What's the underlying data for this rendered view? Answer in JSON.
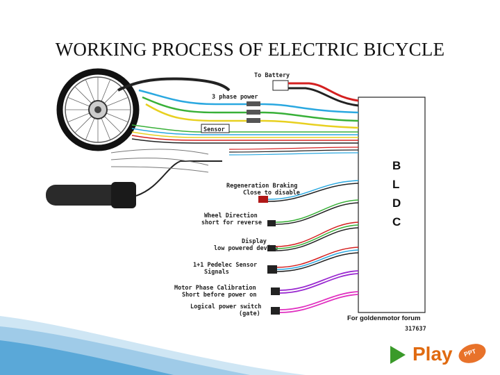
{
  "title": "WORKING PROCESS OF ELECTRIC BICYCLE",
  "diagram": {
    "labels": {
      "to_battery": "To Battery",
      "three_phase": "3 phase power",
      "sensor": "Sensor",
      "regen_braking": "Regeneration Braking",
      "regen_braking_note": "Close to disable",
      "wheel_direction": "Wheel Direction",
      "wheel_direction_note": "short for reverse",
      "display": "Display",
      "display_note": "low powered device",
      "pedelec": "1+1 Pedelec Sensor",
      "pedelec_note": "Signals",
      "calibration": "Motor Phase Calibration",
      "calibration_note": "Short before power on",
      "power_switch": "Logical power switch",
      "power_switch_note": "(gate)",
      "forum": "For goldenmotor forum",
      "forum_id": "317637"
    },
    "controller_letters": [
      "B",
      "L",
      "D",
      "C"
    ],
    "colors": {
      "battery_red": "#d42020",
      "battery_black": "#222222",
      "phase_blue": "#2aa8e0",
      "phase_green": "#38b038",
      "phase_yellow": "#e8d020",
      "purple": "#9a2ad0",
      "magenta": "#e030c0",
      "footer_blue": "#5aa8d8",
      "play_green": "#3a9a2a",
      "play_orange": "#e06a10"
    }
  },
  "play_button": {
    "label": "Play",
    "badge": "PPT"
  }
}
